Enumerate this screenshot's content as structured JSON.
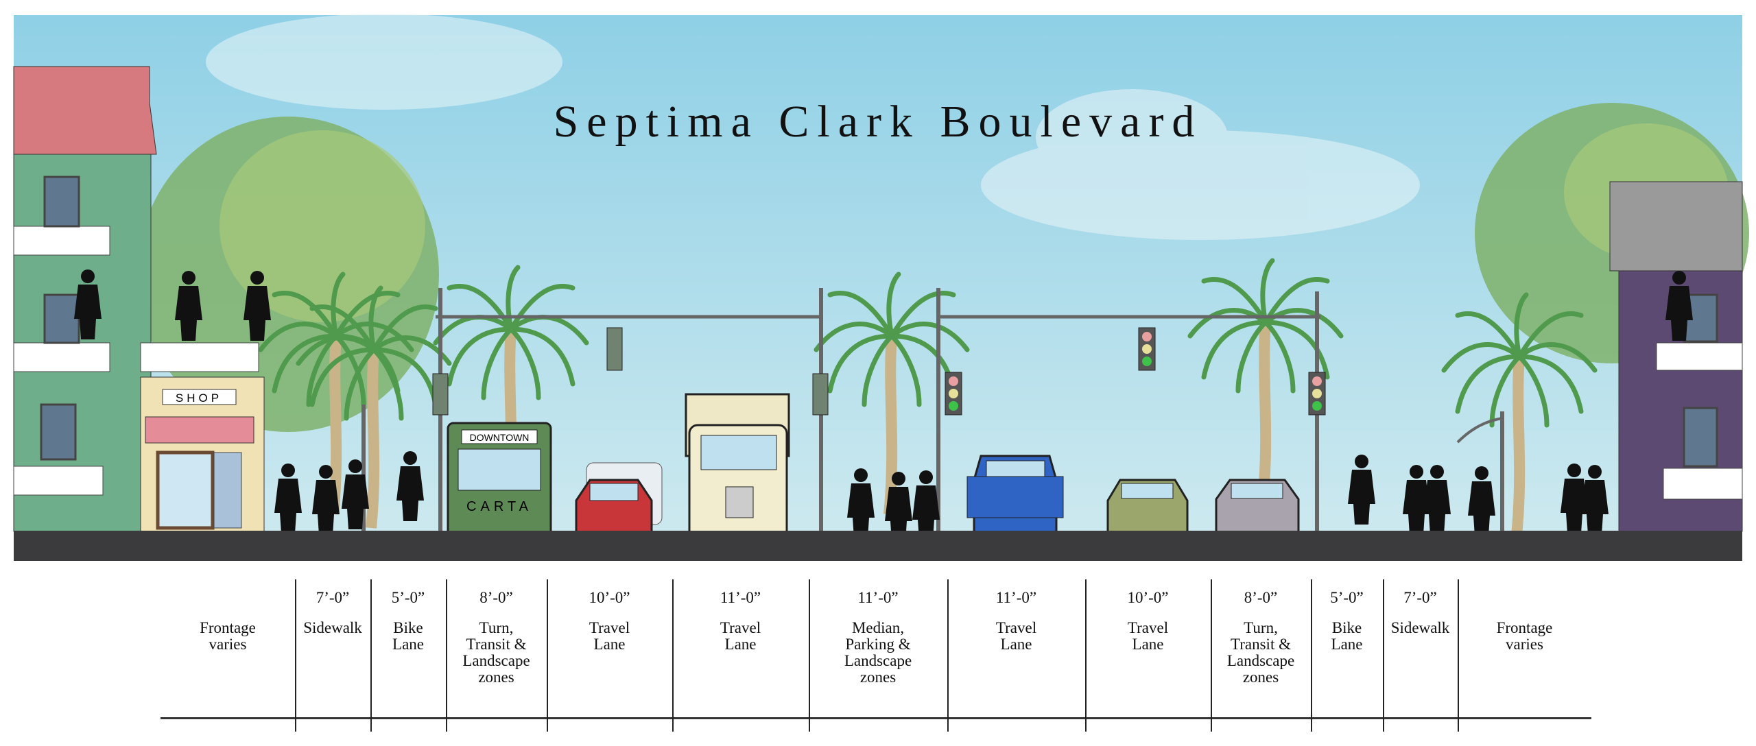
{
  "title": "Septima Clark Boulevard",
  "signage": {
    "shop": "SHOP",
    "bus_destination": "DOWNTOWN",
    "bus_name": "CARTA"
  },
  "colors": {
    "sky": "#a9dbe9",
    "road": "#3b3b3d",
    "building_left": "#6fae8a",
    "roof_left": "#d77a7f",
    "building_right": "#5d4a72",
    "bus": "#5d8a55",
    "red_car": "#c8363a",
    "blue_truck": "#2f63c4",
    "green_car": "#9aa66c"
  },
  "zones": [
    {
      "dim": "",
      "label": "Frontage\nvaries"
    },
    {
      "dim": "7’-0”",
      "label": "Sidewalk"
    },
    {
      "dim": "5’-0”",
      "label": "Bike\nLane"
    },
    {
      "dim": "8’-0”",
      "label": "Turn,\nTransit &\nLandscape\nzones"
    },
    {
      "dim": "10’-0”",
      "label": "Travel\nLane"
    },
    {
      "dim": "11’-0”",
      "label": "Travel\nLane"
    },
    {
      "dim": "11’-0”",
      "label": "Median,\nParking &\nLandscape\nzones"
    },
    {
      "dim": "11’-0”",
      "label": "Travel\nLane"
    },
    {
      "dim": "10’-0”",
      "label": "Travel\nLane"
    },
    {
      "dim": "8’-0”",
      "label": "Turn,\nTransit &\nLandscape\nzones"
    },
    {
      "dim": "5’-0”",
      "label": "Bike\nLane"
    },
    {
      "dim": "7’-0”",
      "label": "Sidewalk"
    },
    {
      "dim": "",
      "label": "Frontage\nvaries"
    }
  ]
}
